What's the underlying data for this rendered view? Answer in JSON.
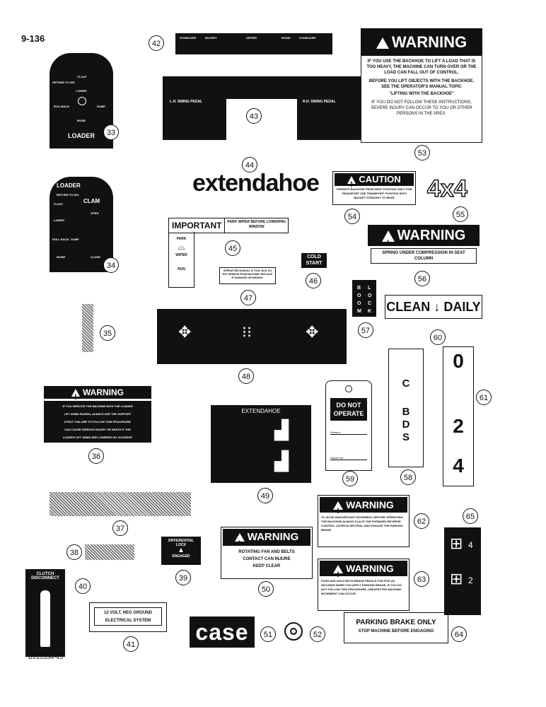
{
  "page": {
    "number": "9-136",
    "figure_id": "B910334-45"
  },
  "callouts": [
    "33",
    "34",
    "35",
    "36",
    "37",
    "38",
    "39",
    "40",
    "41",
    "42",
    "43",
    "44",
    "45",
    "46",
    "47",
    "48",
    "49",
    "50",
    "51",
    "52",
    "53",
    "54",
    "55",
    "56",
    "57",
    "58",
    "59",
    "60",
    "61",
    "62",
    "63",
    "64",
    "65"
  ],
  "decal42": {
    "l1": "STABILIZER",
    "l2": "BUCKET",
    "l3": "DIPPER",
    "l4": "BOOM",
    "l5": "STABILIZER"
  },
  "decal43": {
    "left": "L.H. SWING PEDAL",
    "right": "R.H. SWING PEDAL"
  },
  "decal33": {
    "title": "LOADER",
    "float": "FLOAT",
    "return": "RETURN TO DIG",
    "lower": "LOWER",
    "rollback": "ROLLBACK",
    "dump": "DUMP",
    "raise": "RAISE"
  },
  "decal34": {
    "loader": "LOADER",
    "clam": "CLAM",
    "return": "RETURN TO DIG",
    "float": "FLOAT",
    "lower": "LOWER",
    "roll": "ROLL BACK",
    "raise": "RAISE",
    "dump": "DUMP",
    "open": "OPEN",
    "close": "CLOSE"
  },
  "decal53": {
    "header": "WARNING",
    "p1": "IF YOU USE THE BACKHOE TO LIFT A LOAD THAT IS TOO HEAVY, THE MACHINE CAN TURN OVER OR THE LOAD CAN FALL OUT OF CONTROL.",
    "p2": "BEFORE YOU LIFT OBJECTS WITH THE BACKHOE, SEE THE OPERATOR'S MANUAL TOPIC",
    "p3": "\"LIFTING WITH THE BACKHOE\"",
    "p4": "IF YOU DO NOT FOLLOW THESE INSTRUCTIONS, SEVERE INJURY CAN OCCUR TO YOU OR OTHER PERSONS IN THE AREA."
  },
  "decal44": "extendahoe",
  "decal54": {
    "header": "CAUTION",
    "text": "OPERATE BACKHOE FROM SEAT POSITION ONLY. FOR TRANSPORT USE TRANSPORT POSITION WITH BUCKET STRAIGHT TO REAR"
  },
  "decal55": "4x4",
  "decal45": {
    "important": "IMPORTANT",
    "note": "PARK WIPER BEFORE LOWERING WINDOW",
    "park": "PARK",
    "wiper": "WIPER",
    "run": "RUN"
  },
  "decal46": {
    "l1": "COLD",
    "l2": "START"
  },
  "decal47": {
    "text": "OPERATORS MANUAL IS TOOL BOX. DO NOT REMOVE FROM MACHINE. REPLACE IF DAMAGED OR MISSING."
  },
  "decal56": {
    "header": "WARNING",
    "text": "SPRING UNDER COMPRESSION IN SEAT COLUMN"
  },
  "decal57": {
    "boom": "BOOM",
    "lock": "LOCK"
  },
  "decal60": {
    "clean": "CLEAN",
    "daily": "DAILY"
  },
  "decal36": {
    "header": "WARNING",
    "lines": [
      "IF YOU SERVICE THE MACHINE WITH THE LOADER",
      "LIFT ARMS RAISED, ALWAYS USE THE SUPPORT",
      "STRUT. FAILURE TO FOLLOW THIS PROCEDURE",
      "CAN CAUSE SERIOUS INJURY OR DEATH IF THE",
      "LOADER LIFT ARMS ARE LOWERED BY ACCIDENT"
    ]
  },
  "decal49": "EXTENDAHOE",
  "decal59": {
    "l1": "DO NOT",
    "l2": "OPERATE",
    "reason": "Reason:",
    "signed": "Signed by:"
  },
  "decal58": {
    "c": "C",
    "b": "B",
    "d": "D",
    "s": "S"
  },
  "decal61": {
    "d0": "0",
    "d2": "2",
    "d4": "4"
  },
  "decal62": {
    "header": "WARNING",
    "text": "TO AVOID INADVERTANT MOVEMENT, BEFORE OPERATING THE BACKHOE ALWAYS PLACE THE FORWARD-REVERSE CONTROL LEVER IN NEUTRAL AND ENGAGE THE PARKING BRAKE."
  },
  "decal63": {
    "header": "WARNING",
    "text": "PUSH AND HOLD BOTH BRAKE PEDALS FOR FIVE (5) SECONDS WHEN YOU APPLY PARKING BRAKE. IF YOU DO NOT FOLLOW THIS PROCEDURE, UNEXPECTED MACHINE MOVEMENT CAN OCCUR."
  },
  "decal65": {
    "n4": "4",
    "n2": "2"
  },
  "decal39": {
    "l1": "DIFFERENTIAL",
    "l2": "LOCK",
    "l3": "ENGAGED"
  },
  "decal50": {
    "header": "WARNING",
    "l1": "ROTATING FAN AND BELTS",
    "l2": "CONTACT CAN INJURE",
    "l3": "KEEP CLEAR"
  },
  "decal40": {
    "l1": "CLUTCH",
    "l2": "DISCONNECT"
  },
  "decal41": {
    "l1": "12 VOLT, NEG GROUND",
    "l2": "ELECTRICAL SYSTEM"
  },
  "decal51": "case",
  "decal64": {
    "l1": "PARKING BRAKE ONLY",
    "l2": "STOP MACHINE BEFORE ENGAGING"
  }
}
